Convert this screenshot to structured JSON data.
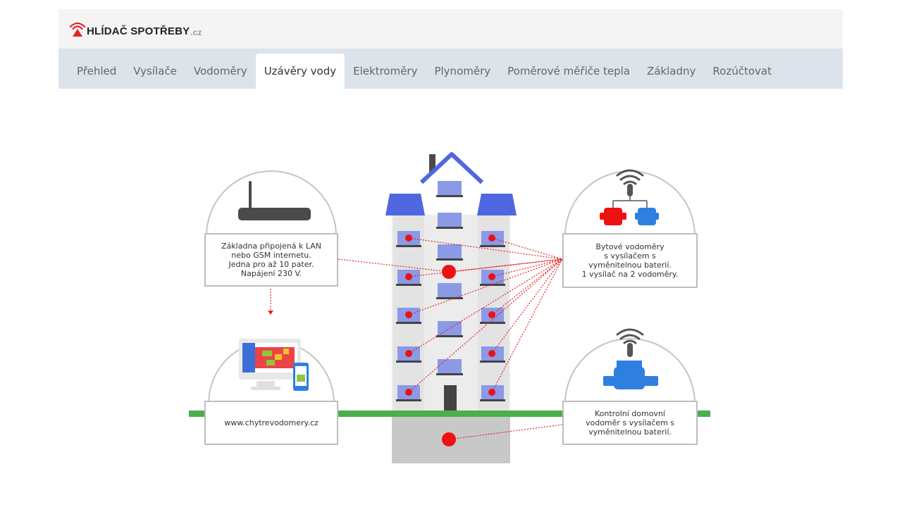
{
  "brand": {
    "name": "HLÍDAČ SPOTŘEBY",
    "tld": ".cz",
    "accent_color": "#e52228"
  },
  "nav": {
    "active_index": 3,
    "tabs": [
      {
        "label": "Přehled"
      },
      {
        "label": "Vysílače"
      },
      {
        "label": "Vodoměry"
      },
      {
        "label": "Uzávěry vody"
      },
      {
        "label": "Elektroměry"
      },
      {
        "label": "Plynoměry"
      },
      {
        "label": "Poměrové měřiče tepla"
      },
      {
        "label": "Základny"
      },
      {
        "label": "Rozúčtovat"
      }
    ]
  },
  "diagram": {
    "base_station_text": "Základna připojená k LAN\nnebo GSM internetu.\nJedna pro až 10 pater.\nNapájení 230 V.",
    "website_text": "www.chytrevodomery.cz",
    "apartment_meters_text": "Bytové vodoměry\ns vysílačem s\nvyměnitelnou baterií.\n1 vysílač na 2 vodoměry.",
    "house_meter_text": "Kontrolní domovní\nvodoměr s vysílačem s\nvyměnitelnou baterií.",
    "colors": {
      "dot": "#ee1111",
      "roof": "#4f67e0",
      "window": "#8b99e6",
      "ground": "#4cae4c",
      "basement": "#c8c8c8",
      "building": "#ececec",
      "meter_cold": "#2f7fe0",
      "meter_hot": "#ee1111"
    },
    "icons": [
      "router-icon",
      "computer-monitor-icon",
      "smartphone-icon",
      "wifi-icon",
      "water-meter-icon"
    ]
  }
}
